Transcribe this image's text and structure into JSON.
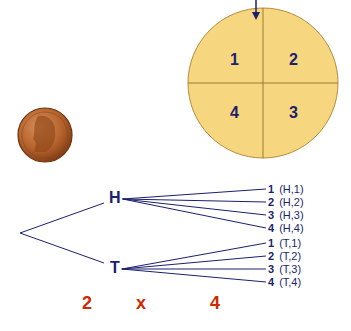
{
  "diagram": {
    "nodes": [
      {
        "text": [
          "H"
        ]
      },
      {
        "text": [
          "1",
          "(H,1)"
        ]
      },
      {
        "text": [
          "2",
          "(H,2)"
        ]
      },
      {
        "text": [
          "3",
          "(H,3)"
        ]
      },
      {
        "text": [
          "4",
          "(H,4)"
        ]
      },
      {
        "text": [
          "T"
        ]
      },
      {
        "text": [
          "1",
          "(T,1)"
        ]
      },
      {
        "text": [
          "2",
          "(T,2)"
        ]
      },
      {
        "text": [
          "3",
          "(T,3)"
        ]
      },
      {
        "text": [
          "4",
          "(T,4)"
        ]
      }
    ],
    "edges": [
      {
        "from": 0,
        "to": 1,
        "arrow": "none"
      },
      {
        "from": 0,
        "to": 2,
        "arrow": "none"
      },
      {
        "from": 0,
        "to": 3,
        "arrow": "none"
      },
      {
        "from": 0,
        "to": 4,
        "arrow": "none"
      },
      {
        "from": 5,
        "to": 6,
        "arrow": "none"
      },
      {
        "from": 5,
        "to": 7,
        "arrow": "none"
      },
      {
        "from": 5,
        "to": 8,
        "arrow": "none"
      },
      {
        "from": 5,
        "to": 9,
        "arrow": "none"
      }
    ],
    "labels": [
      "1",
      "2",
      "4",
      "3",
      "2",
      "x",
      "4"
    ]
  }
}
